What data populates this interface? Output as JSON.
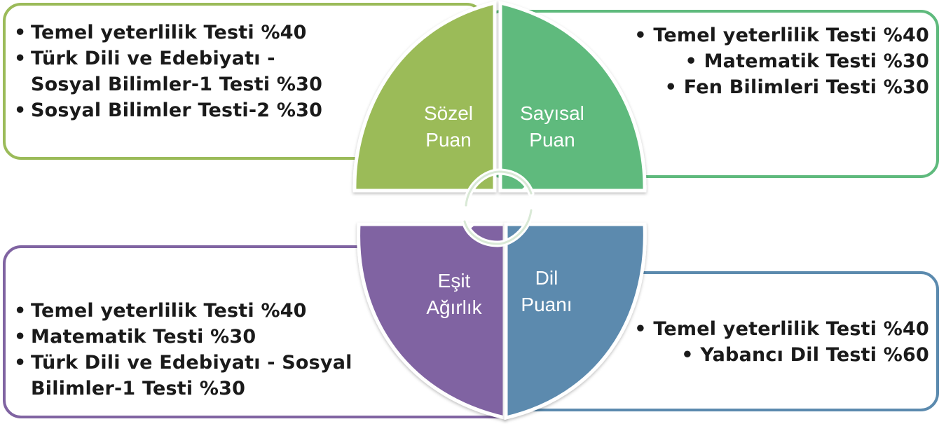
{
  "sozel": {
    "title_line1": "Sözel",
    "title_line2": "Puan",
    "items": [
      "Temel yeterlilik Testi %40",
      "Türk Dili ve Edebiyatı - Sosyal Bilimler-1 Testi %30",
      "Sosyal Bilimler Testi-2 %30"
    ],
    "color": "#9bbb59"
  },
  "sayisal": {
    "title_line1": "Sayısal",
    "title_line2": "Puan",
    "items": [
      "Temel yeterlilik Testi %40",
      "Matematik Testi %30",
      "Fen Bilimleri Testi %30"
    ],
    "color": "#5fba7d"
  },
  "esit": {
    "title_line1": "Eşit",
    "title_line2": "Ağırlık",
    "items": [
      "Temel yeterlilik Testi %40",
      "Matematik Testi %30",
      "Türk Dili ve Edebiyatı - Sosyal Bilimler-1 Testi %30"
    ],
    "color": "#8064a2"
  },
  "dil": {
    "title_line1": "Dil",
    "title_line2": "Puanı",
    "items": [
      "Temel yeterlilik Testi %40",
      "Yabancı Dil Testi %60"
    ],
    "color": "#5b8aae"
  },
  "center_icon": "refresh-cycle-icon"
}
